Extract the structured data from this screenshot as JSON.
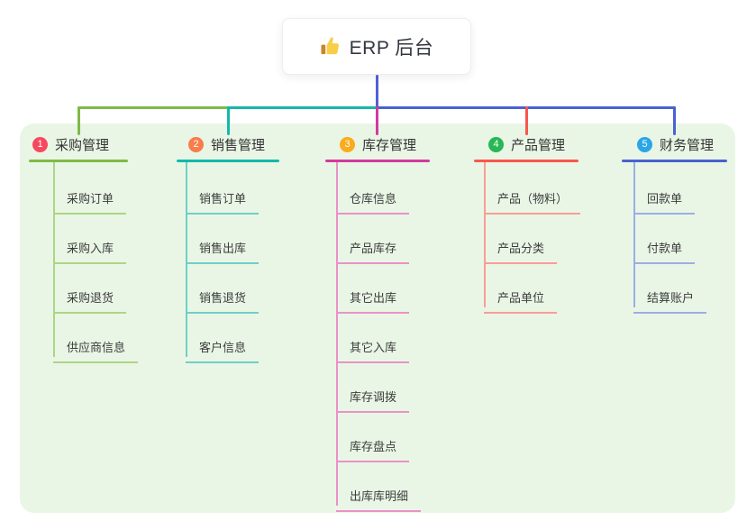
{
  "root": {
    "label": "ERP 后台",
    "icon": "thumbs-up-icon",
    "line_color": "#4f63d2"
  },
  "canvas": {
    "background": "#ffffff",
    "panel_background": "#e9f6e5"
  },
  "branches": [
    {
      "number": "1",
      "label": "采购管理",
      "badge_color": "#f8485e",
      "line_color": "#7fba48",
      "light_color": "#aed584",
      "children": [
        "采购订单",
        "采购入库",
        "采购退货",
        "供应商信息"
      ]
    },
    {
      "number": "2",
      "label": "销售管理",
      "badge_color": "#f97c4c",
      "line_color": "#14b8ab",
      "light_color": "#6fcfc7",
      "children": [
        "销售订单",
        "销售出库",
        "销售退货",
        "客户信息"
      ]
    },
    {
      "number": "3",
      "label": "库存管理",
      "badge_color": "#fbab1c",
      "line_color": "#d4399f",
      "light_color": "#ea92c8",
      "children": [
        "仓库信息",
        "产品库存",
        "其它出库",
        "其它入库",
        "库存调拨",
        "库存盘点",
        "出库库明细"
      ]
    },
    {
      "number": "4",
      "label": "产品管理",
      "badge_color": "#27b754",
      "line_color": "#f8564e",
      "light_color": "#fa9d97",
      "children": [
        "产品（物料）",
        "产品分类",
        "产品单位"
      ]
    },
    {
      "number": "5",
      "label": "财务管理",
      "badge_color": "#2ba6e8",
      "line_color": "#4a62d0",
      "light_color": "#9cade6",
      "children": [
        "回款单",
        "付款单",
        "结算账户"
      ]
    }
  ]
}
